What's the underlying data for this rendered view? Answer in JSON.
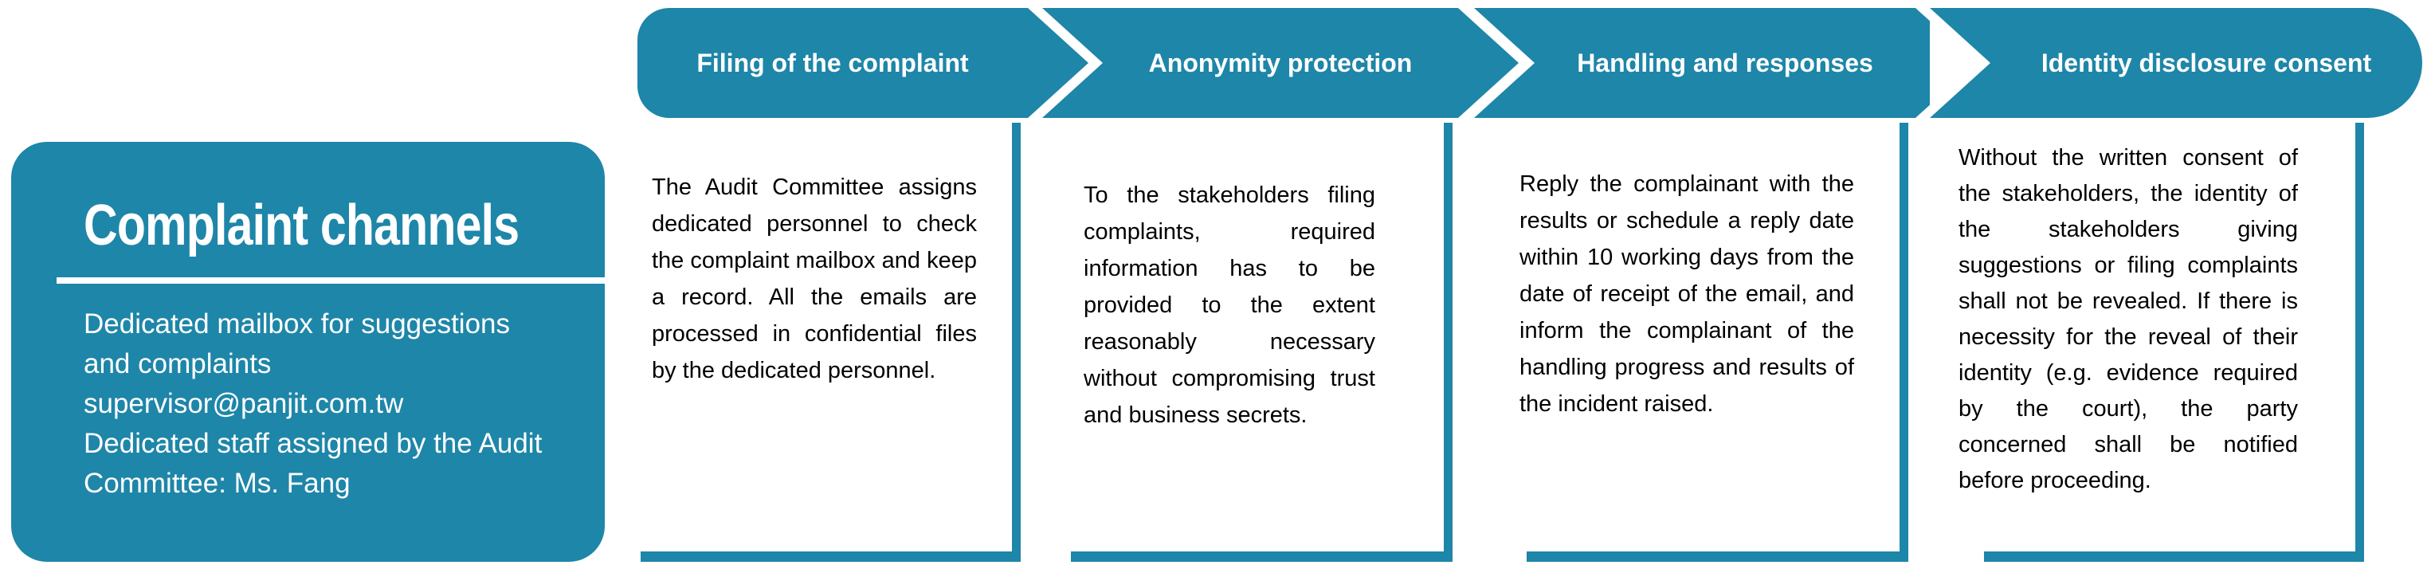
{
  "colors": {
    "teal": "#1e86a8",
    "body_text": "#000000",
    "card_text": "#ffffff"
  },
  "card": {
    "title": "Complaint channels",
    "lines": [
      "Dedicated mailbox for suggestions",
      "and complaints",
      "supervisor@panjit.com.tw",
      "Dedicated staff assigned by the Audit",
      "Committee: Ms. Fang"
    ]
  },
  "steps": [
    {
      "label": "Filing of the complaint",
      "body": "The Audit Committee assigns dedicated personnel to check the complaint mailbox and keep a record. All the emails are processed in confidential files by the dedicated personnel."
    },
    {
      "label": "Anonymity protection",
      "body": "To the stakeholders filing complaints, required information has to be provided to the extent reasonably necessary without compromising trust and business secrets."
    },
    {
      "label": "Handling and responses",
      "body": "Reply the complainant with the results or schedule a reply date within 10 working days from the date of receipt of the email, and inform the complainant of the handling progress and results of the incident raised."
    },
    {
      "label": "Identity disclosure consent",
      "body": "Without the written consent of the stakeholders, the identity of the stakeholders giving suggestions or filing complaints shall not be revealed. If there is necessity for the reveal of their identity (e.g. evidence required by the court), the party concerned shall be notified before proceeding."
    }
  ]
}
